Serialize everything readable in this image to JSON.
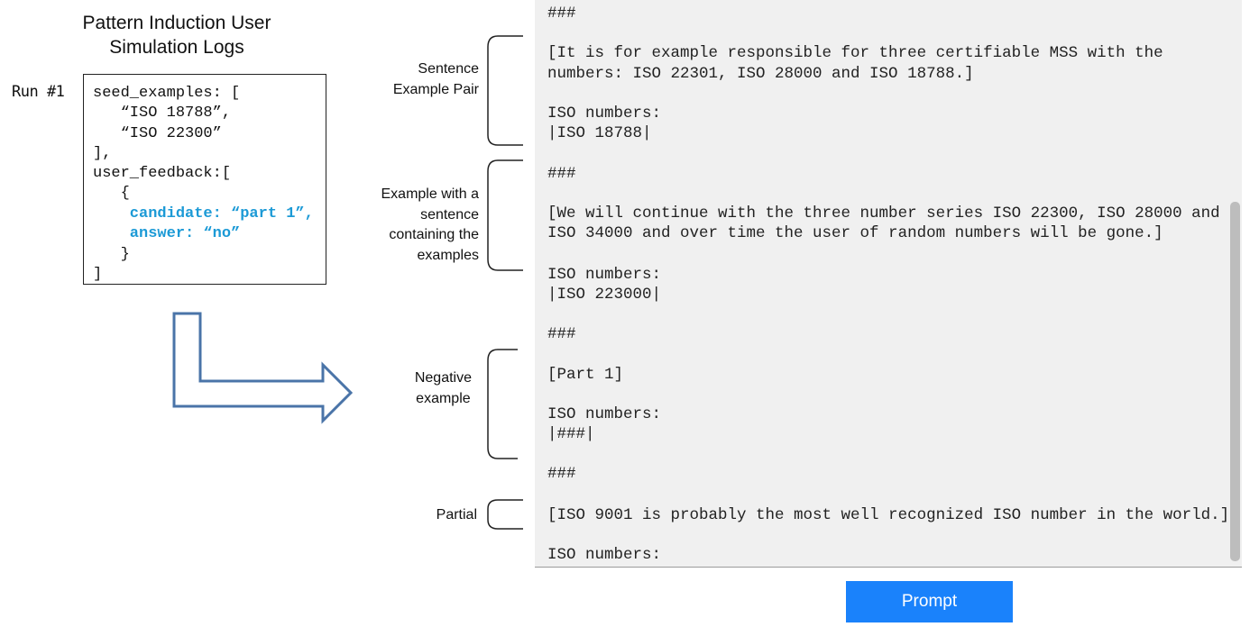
{
  "logs": {
    "title_line1": "Pattern Induction User",
    "title_line2": "Simulation Logs",
    "run_label": "Run #1",
    "code_lines": [
      "seed_examples: [",
      "   “ISO 18788”,",
      "   “ISO 22300”",
      "],",
      "user_feedback:[",
      "   {",
      "    candidate: “part 1”,",
      "    answer: “no”",
      "   }",
      "]"
    ]
  },
  "annotations": {
    "sentence_example_pair": [
      "Sentence",
      "Example Pair"
    ],
    "example_with_sentence": [
      "Example with a",
      "sentence",
      "containing the",
      "examples"
    ],
    "negative_example": [
      "Negative",
      "example"
    ],
    "partial": [
      "Partial"
    ]
  },
  "prompt_panel": {
    "lines": [
      "###",
      "[It is for example responsible for three certifiable MSS with the",
      "numbers: ISO 22301, ISO 28000 and ISO 18788.]",
      "ISO numbers:",
      "|ISO 18788|",
      "###",
      "[We will continue with the three number series ISO 22300, ISO 28000 and",
      "ISO 34000 and over time the user of random numbers will be gone.]",
      "ISO numbers:",
      "|ISO 223000|",
      "###",
      "[Part 1]",
      "ISO numbers:",
      "|###|",
      "###",
      "[ISO 9001 is probably the most well recognized ISO number in the world.]",
      "ISO numbers:"
    ]
  },
  "prompt_button": {
    "label": "Prompt"
  },
  "colors": {
    "accent_blue": "#1a82fb",
    "feedback_blue": "#1c9ad6",
    "arrow_stroke": "#4a74a8",
    "panel_bg": "#f0f0f0"
  }
}
